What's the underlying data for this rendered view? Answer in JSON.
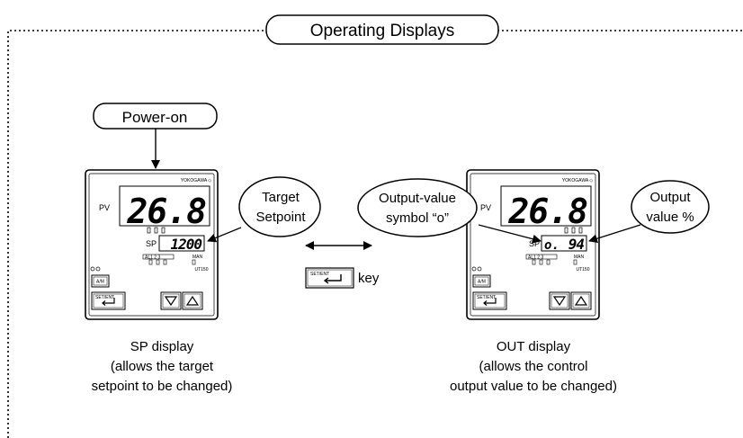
{
  "title": "Operating Displays",
  "start_label": "Power-on",
  "transition_key": {
    "key_label": "SET/ENT",
    "suffix": "key"
  },
  "left_panel": {
    "brand": "YOKOGAWA ◇",
    "pv_label": "PV",
    "pv_value": "26.8",
    "sp_label": "SP",
    "sub_value": "1200",
    "am_button": "A/M",
    "setent_button": "SET/ENT",
    "man_label": "MAN",
    "al_label": "AL1  2  3",
    "model": "UT150",
    "callouts": [
      {
        "lines": [
          "Target",
          "Setpoint"
        ]
      }
    ],
    "caption": [
      "SP display",
      "(allows the target",
      "setpoint to be changed)"
    ]
  },
  "right_panel": {
    "brand": "YOKOGAWA ◇",
    "pv_label": "PV",
    "pv_value": "26.8",
    "sp_label": "SP",
    "sub_symbol": "o.",
    "sub_value": "94",
    "am_button": "A/M",
    "setent_button": "SET/ENT",
    "man_label": "MAN",
    "al_label": "AL1  2  3",
    "model": "UT150",
    "callouts": [
      {
        "lines": [
          "Output-value",
          "symbol “o”"
        ]
      },
      {
        "lines": [
          "Output",
          "value %"
        ]
      }
    ],
    "caption": [
      "OUT display",
      "(allows the control",
      "output value to be changed)"
    ]
  },
  "icons": [
    "down-arrow-icon",
    "up-arrow-icon",
    "enter-icon",
    "double-arrow-icon"
  ]
}
